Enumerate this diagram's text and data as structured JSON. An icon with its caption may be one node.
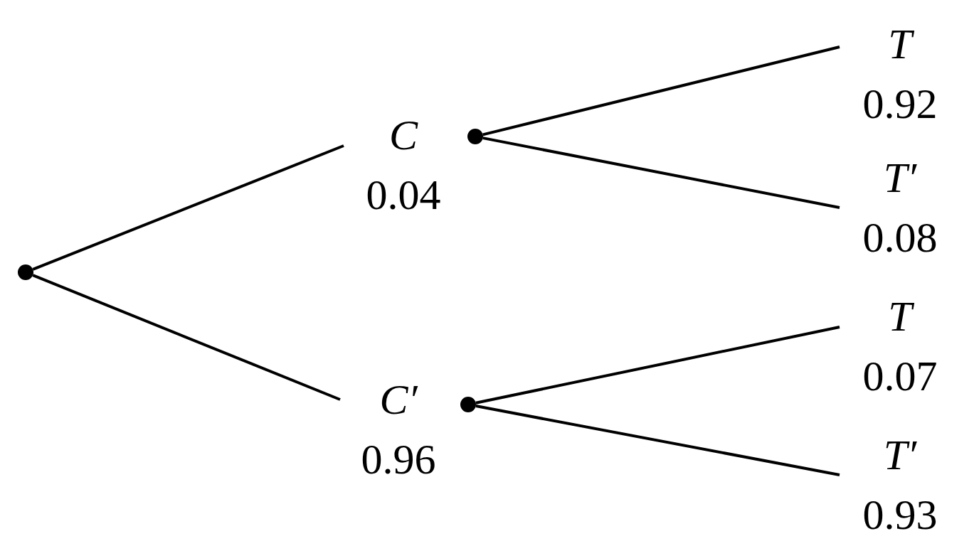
{
  "diagram": {
    "nodes": [
      {
        "text": [],
        "shape": "circle"
      },
      {
        "text": [
          "C",
          "0.04"
        ]
      },
      {
        "text": [],
        "shape": "circle"
      },
      {
        "text": [
          "T",
          "0.92"
        ]
      },
      {
        "text": [
          "T′",
          "0.08"
        ]
      },
      {
        "text": [
          "C′",
          "0.96"
        ]
      },
      {
        "text": [],
        "shape": "circle"
      },
      {
        "text": [
          "T",
          "0.07"
        ]
      },
      {
        "text": [
          "T′",
          "0.93"
        ]
      }
    ],
    "edges": [
      {
        "from": 0,
        "to": 1,
        "arrow": "none"
      },
      {
        "from": 0,
        "to": 5,
        "arrow": "none"
      },
      {
        "from": 2,
        "to": 3,
        "arrow": "none"
      },
      {
        "from": 2,
        "to": 4,
        "arrow": "none"
      },
      {
        "from": 6,
        "to": 7,
        "arrow": "none"
      },
      {
        "from": 6,
        "to": 8,
        "arrow": "none"
      }
    ]
  }
}
